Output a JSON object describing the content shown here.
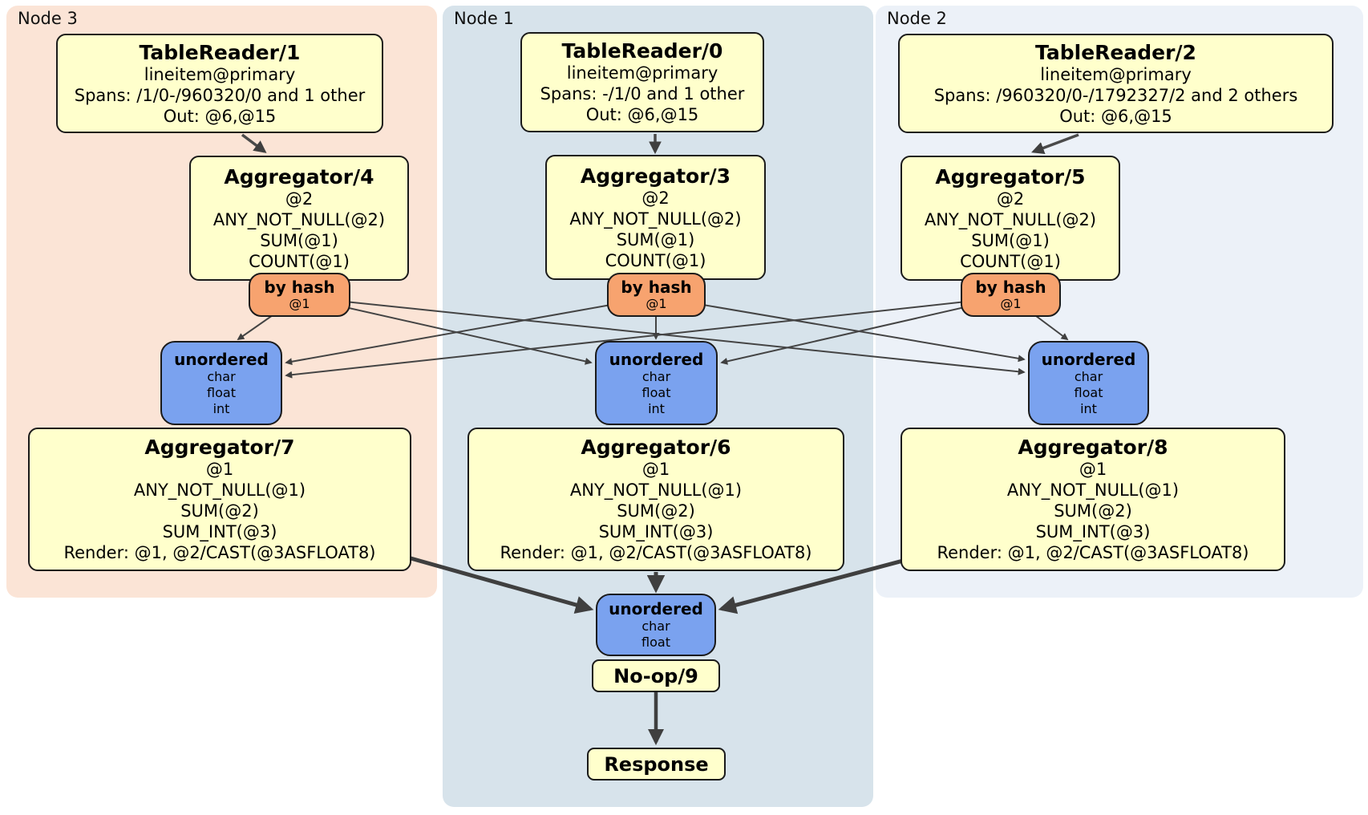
{
  "regions": {
    "node3": {
      "label": "Node 3"
    },
    "node1": {
      "label": "Node 1"
    },
    "node2": {
      "label": "Node 2"
    }
  },
  "processors": {
    "tr1": {
      "title": "TableReader/1",
      "lines": [
        "lineitem@primary",
        "Spans: /1/0-/960320/0 and 1 other",
        "Out: @6,@15"
      ]
    },
    "tr0": {
      "title": "TableReader/0",
      "lines": [
        "lineitem@primary",
        "Spans: -/1/0 and 1 other",
        "Out: @6,@15"
      ]
    },
    "tr2": {
      "title": "TableReader/2",
      "lines": [
        "lineitem@primary",
        "Spans: /960320/0-/1792327/2 and 2 others",
        "Out: @6,@15"
      ]
    },
    "agg4": {
      "title": "Aggregator/4",
      "lines": [
        "@2",
        "ANY_NOT_NULL(@2)",
        "SUM(@1)",
        "COUNT(@1)"
      ]
    },
    "agg3": {
      "title": "Aggregator/3",
      "lines": [
        "@2",
        "ANY_NOT_NULL(@2)",
        "SUM(@1)",
        "COUNT(@1)"
      ]
    },
    "agg5": {
      "title": "Aggregator/5",
      "lines": [
        "@2",
        "ANY_NOT_NULL(@2)",
        "SUM(@1)",
        "COUNT(@1)"
      ]
    },
    "agg7": {
      "title": "Aggregator/7",
      "lines": [
        "@1",
        "ANY_NOT_NULL(@1)",
        "SUM(@2)",
        "SUM_INT(@3)",
        "Render: @1, @2/CAST(@3ASFLOAT8)"
      ]
    },
    "agg6": {
      "title": "Aggregator/6",
      "lines": [
        "@1",
        "ANY_NOT_NULL(@1)",
        "SUM(@2)",
        "SUM_INT(@3)",
        "Render: @1, @2/CAST(@3ASFLOAT8)"
      ]
    },
    "agg8": {
      "title": "Aggregator/8",
      "lines": [
        "@1",
        "ANY_NOT_NULL(@1)",
        "SUM(@2)",
        "SUM_INT(@3)",
        "Render: @1, @2/CAST(@3ASFLOAT8)"
      ]
    },
    "noop": {
      "title": "No-op/9"
    },
    "response": {
      "title": "Response"
    }
  },
  "routers": {
    "hash3": {
      "title": "by hash",
      "lines": [
        "@1"
      ]
    },
    "hash1": {
      "title": "by hash",
      "lines": [
        "@1"
      ]
    },
    "hash2": {
      "title": "by hash",
      "lines": [
        "@1"
      ]
    }
  },
  "syncs": {
    "un3": {
      "title": "unordered",
      "lines": [
        "char",
        "float",
        "int"
      ]
    },
    "un1": {
      "title": "unordered",
      "lines": [
        "char",
        "float",
        "int"
      ]
    },
    "un2": {
      "title": "unordered",
      "lines": [
        "char",
        "float",
        "int"
      ]
    },
    "unfinal": {
      "title": "unordered",
      "lines": [
        "char",
        "float"
      ]
    }
  },
  "colors": {
    "node3_bg": "#FBE4D6",
    "node1_bg": "#D7E3EB",
    "node2_bg": "#ECF1F8",
    "processor_fill": "#FFFFCC",
    "router_fill": "#F7A36F",
    "sync_fill": "#7AA2EF",
    "edge": "#3f3f3f",
    "border": "#1a1a1a"
  }
}
